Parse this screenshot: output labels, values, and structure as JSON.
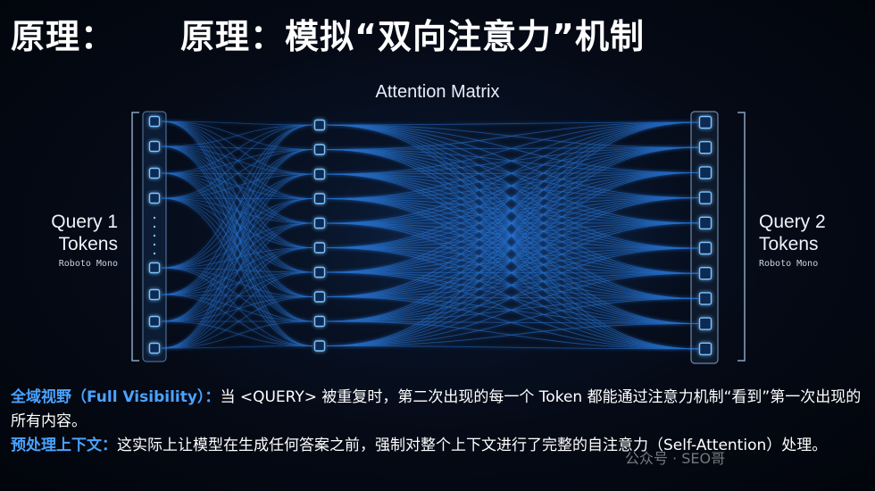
{
  "title": {
    "prefix": "原理：",
    "main": "原理：模拟“双向注意力”机制"
  },
  "diagram": {
    "matrix_label": "Attention Matrix",
    "left_label_line1": "Query 1",
    "left_label_line2": "Tokens",
    "left_font_note": "Roboto Mono",
    "right_label_line1": "Query 2",
    "right_label_line2": "Tokens",
    "right_font_note": "Roboto Mono",
    "colors": {
      "line": "#2f8cff",
      "node": "#7fc4ff",
      "glow": "#4aa3ff"
    }
  },
  "text": {
    "line1_highlight": "全域视野（Full Visibility）：",
    "line1_body": "当 <QUERY> 被重复时，第二次出现的每一个 Token 都能通过注意力机制“看到”第一次出现的所有内容。",
    "line2_highlight": "预处理上下文：",
    "line2_body": "这实际上让模型在生成任何答案之前，强制对整个上下文进行了完整的自注意力（Self-Attention）处理。"
  },
  "watermark": "公众号 · SEO哥"
}
